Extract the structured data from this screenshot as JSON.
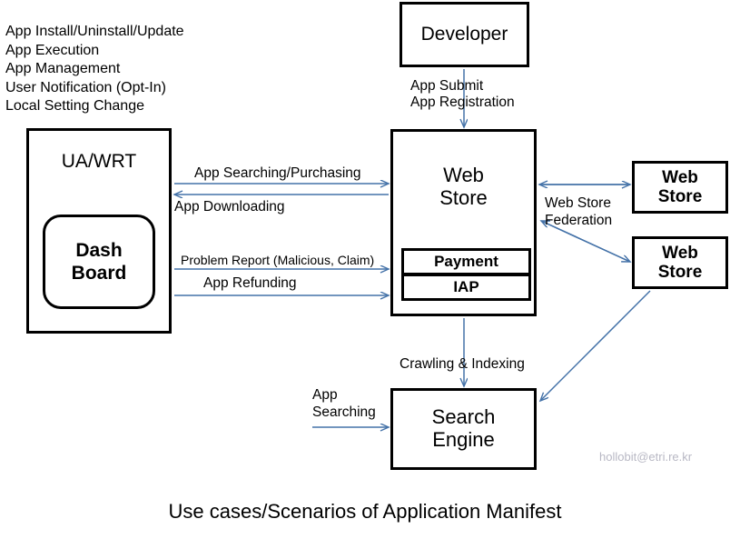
{
  "diagram": {
    "title": "Use cases/Scenarios of Application Manifest",
    "watermark": "hollobit@etri.re.kr",
    "arrow_color": "#4472a8",
    "box_border_color": "#000000",
    "background_color": "#ffffff",
    "watermark_color": "#b8b8c4"
  },
  "feature_list": {
    "items": [
      "App Install/Uninstall/Update",
      "App Execution",
      "App Management",
      "User Notification (Opt-In)",
      "Local Setting Change"
    ]
  },
  "nodes": {
    "developer": {
      "label": "Developer"
    },
    "ua_wrt": {
      "label": "UA/WRT"
    },
    "dash_board": {
      "line1": "Dash",
      "line2": "Board"
    },
    "web_store": {
      "line1": "Web",
      "line2": "Store"
    },
    "payment": {
      "label": "Payment"
    },
    "iap": {
      "label": "IAP"
    },
    "web_store_fed_1": {
      "line1": "Web",
      "line2": "Store"
    },
    "web_store_fed_2": {
      "line1": "Web",
      "line2": "Store"
    },
    "search_engine": {
      "line1": "Search",
      "line2": "Engine"
    }
  },
  "edges": {
    "app_submit": {
      "line1": "App Submit",
      "line2": "App Registration"
    },
    "app_searching_purchasing": {
      "label": "App Searching/Purchasing"
    },
    "app_downloading": {
      "label": "App Downloading"
    },
    "problem_report": {
      "label": "Problem  Report (Malicious,  Claim)"
    },
    "app_refunding": {
      "label": "App Refunding"
    },
    "web_store_federation": {
      "line1": "Web Store",
      "line2": "Federation"
    },
    "crawling_indexing": {
      "label": "Crawling & Indexing"
    },
    "app_searching": {
      "line1": "App",
      "line2": "Searching"
    }
  }
}
